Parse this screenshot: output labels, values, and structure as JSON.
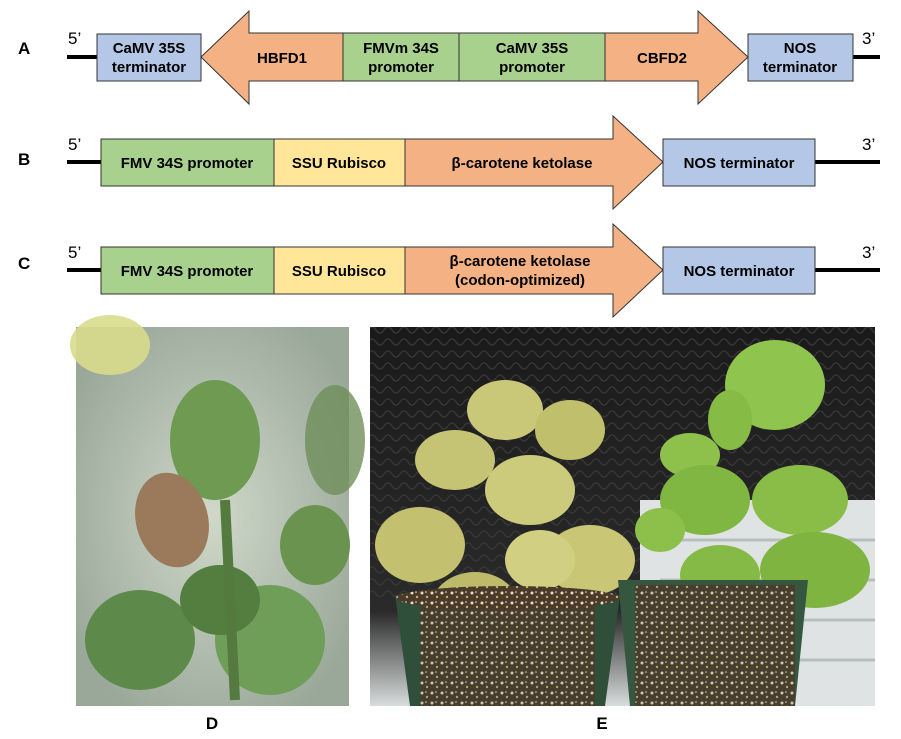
{
  "panel_labels": [
    "A",
    "B",
    "C"
  ],
  "end_labels": {
    "five_prime": "5’",
    "three_prime": "3’"
  },
  "constructs": [
    {
      "label": "A",
      "segments": [
        {
          "lines": [
            "CaMV 35S",
            "terminator"
          ],
          "color": "#b4c7e7"
        },
        {
          "lines": [
            "HBFD1"
          ],
          "color": "#f4b183",
          "shape": "arrow-left"
        },
        {
          "lines": [
            "FMVm 34S",
            "promoter"
          ],
          "color": "#a9d18e"
        },
        {
          "lines": [
            "CaMV 35S",
            "promoter"
          ],
          "color": "#a9d18e"
        },
        {
          "lines": [
            "CBFD2"
          ],
          "color": "#f4b183",
          "shape": "arrow-right"
        },
        {
          "lines": [
            "NOS",
            "terminator"
          ],
          "color": "#b4c7e7"
        }
      ]
    },
    {
      "label": "B",
      "segments": [
        {
          "lines": [
            "FMV 34S promoter"
          ],
          "color": "#a9d18e"
        },
        {
          "lines": [
            "SSU Rubisco"
          ],
          "color": "#ffe699"
        },
        {
          "lines": [
            "β-carotene ketolase"
          ],
          "color": "#f4b183",
          "shape": "arrow-right"
        },
        {
          "lines": [
            "NOS terminator"
          ],
          "color": "#b4c7e7"
        }
      ]
    },
    {
      "label": "C",
      "segments": [
        {
          "lines": [
            "FMV 34S promoter"
          ],
          "color": "#a9d18e"
        },
        {
          "lines": [
            "SSU Rubisco"
          ],
          "color": "#ffe699"
        },
        {
          "lines": [
            "β-carotene ketolase",
            "(codon-optimized)"
          ],
          "color": "#f4b183",
          "shape": "arrow-right"
        },
        {
          "lines": [
            "NOS terminator"
          ],
          "color": "#b4c7e7"
        }
      ]
    }
  ],
  "photos": [
    {
      "label": "D"
    },
    {
      "label": "E"
    }
  ],
  "colors": {
    "promoter": "#a9d18e",
    "terminator": "#b4c7e7",
    "coding": "#f4b183",
    "transit_peptide": "#ffe699",
    "outline": "#333333"
  }
}
